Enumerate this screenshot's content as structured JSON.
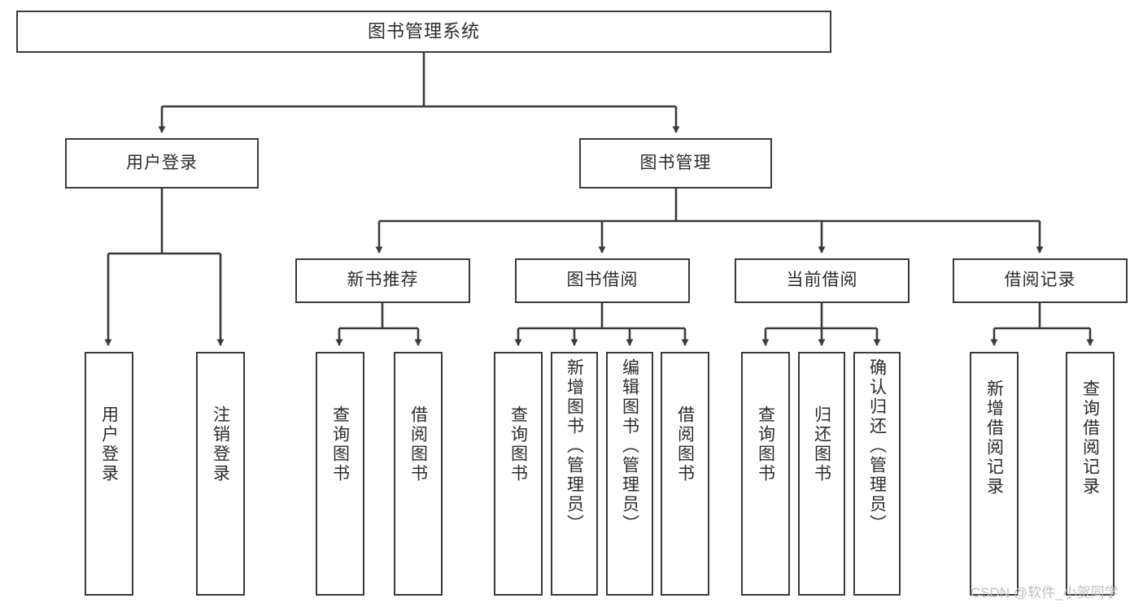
{
  "diagram": {
    "title": "图书管理系统",
    "type": "tree-hierarchy",
    "orientation": "top-down",
    "colors": {
      "box_border": "#3a3a3a",
      "box_fill": "#ffffff",
      "connector": "#3a3a3a",
      "text": "#2b2b2b",
      "background": "#ffffff",
      "watermark": "#bfbfbf"
    },
    "watermark": "CSDN @软件_小贺同学"
  },
  "nodes": {
    "root": {
      "label": "图书管理系统",
      "level": 0
    },
    "level1": [
      {
        "id": "user-login",
        "label": "用户登录"
      },
      {
        "id": "book-management",
        "label": "图书管理"
      }
    ],
    "level2": [
      {
        "id": "new-book-recommend",
        "label": "新书推荐",
        "parent": "book-management"
      },
      {
        "id": "book-borrow",
        "label": "图书借阅",
        "parent": "book-management"
      },
      {
        "id": "current-borrow",
        "label": "当前借阅",
        "parent": "book-management"
      },
      {
        "id": "borrow-record",
        "label": "借阅记录",
        "parent": "book-management"
      }
    ],
    "leaves": {
      "user-login": [
        {
          "id": "leaf-user-login",
          "label": "用户登录"
        },
        {
          "id": "leaf-user-logout",
          "label": "注销登录"
        }
      ],
      "new-book-recommend": [
        {
          "id": "leaf-query-book-1",
          "label": "查询图书"
        },
        {
          "id": "leaf-borrow-book-1",
          "label": "借阅图书"
        }
      ],
      "book-borrow": [
        {
          "id": "leaf-query-book-2",
          "label": "查询图书"
        },
        {
          "id": "leaf-add-book",
          "label": "新增图书（管理员）"
        },
        {
          "id": "leaf-edit-book",
          "label": "编辑图书（管理员）"
        },
        {
          "id": "leaf-borrow-book-2",
          "label": "借阅图书"
        }
      ],
      "current-borrow": [
        {
          "id": "leaf-query-book-3",
          "label": "查询图书"
        },
        {
          "id": "leaf-return-book",
          "label": "归还图书"
        },
        {
          "id": "leaf-confirm-return",
          "label": "确认归还（管理员）"
        }
      ],
      "borrow-record": [
        {
          "id": "leaf-add-record",
          "label": "新增借阅记录"
        },
        {
          "id": "leaf-query-record",
          "label": "查询借阅记录"
        }
      ]
    }
  }
}
